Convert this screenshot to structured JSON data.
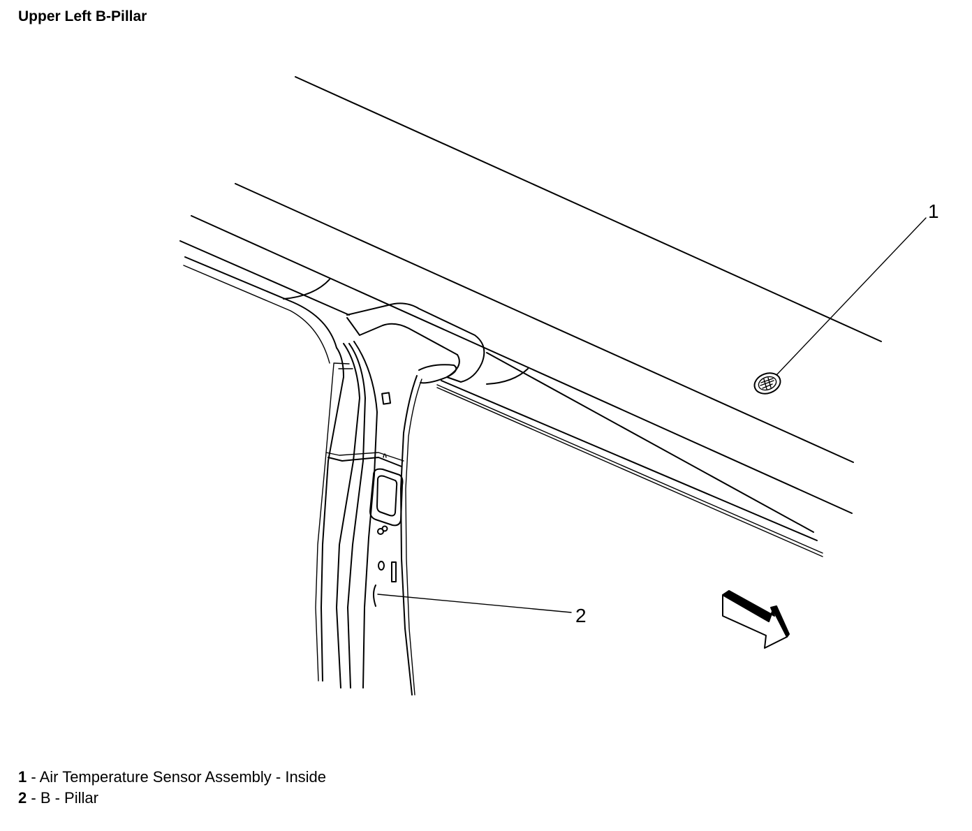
{
  "title": "Upper Left B-Pillar",
  "callouts": [
    {
      "number": "1",
      "label": "Air Temperature Sensor Assembly - Inside"
    },
    {
      "number": "2",
      "label": "B - Pillar"
    }
  ],
  "separator": " - ",
  "icons": {
    "sensor": "air-temperature-sensor-icon",
    "direction": "front-direction-arrow-icon"
  }
}
